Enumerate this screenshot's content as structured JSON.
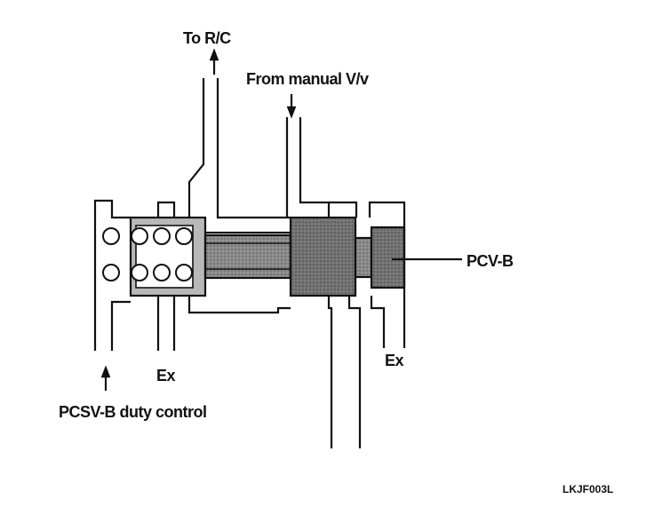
{
  "labels": {
    "to_rc": "To R/C",
    "from_manual": "From manual V/v",
    "pcv_b": "PCV-B",
    "ex_left": "Ex",
    "ex_right": "Ex",
    "pcsv_b": "PCSV-B duty control",
    "figure_code": "LKJF003L"
  },
  "colors": {
    "ink": "#111111",
    "paper": "#ffffff",
    "spool_fill": "#8a8a8a",
    "land_fill": "#6e6e6e",
    "plunger_fill": "#b8b8b8"
  },
  "icons": {
    "to_rc_arrow": "arrow-up-icon",
    "from_manual_arrow": "arrow-down-icon",
    "pcsv_arrow": "arrow-up-icon",
    "solenoid_coil": "coil-circle-icon"
  }
}
